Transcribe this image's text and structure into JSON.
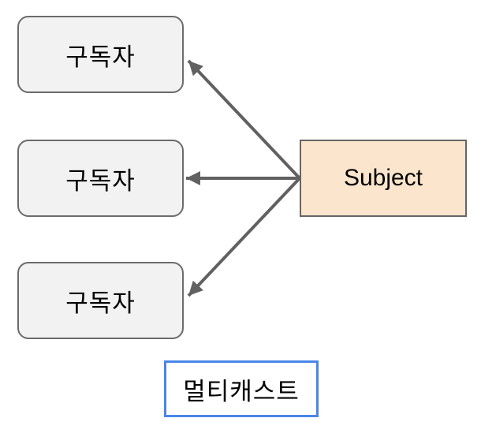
{
  "diagram": {
    "subscribers": [
      {
        "label": "구독자"
      },
      {
        "label": "구독자"
      },
      {
        "label": "구독자"
      }
    ],
    "subject": {
      "label": "Subject"
    },
    "caption": {
      "label": "멀티캐스트"
    },
    "arrows": [
      {
        "from": "subject",
        "to": "subscriber-1"
      },
      {
        "from": "subject",
        "to": "subscriber-2"
      },
      {
        "from": "subject",
        "to": "subscriber-3"
      }
    ]
  },
  "colors": {
    "background": "#ffffff",
    "subscriber_fill": "#f2f2f2",
    "subscriber_border": "#6b6b6b",
    "subject_fill": "#fce5cd",
    "subject_border": "#666666",
    "arrow": "#616161",
    "caption_border": "#4a86e8",
    "text": "#000000"
  }
}
